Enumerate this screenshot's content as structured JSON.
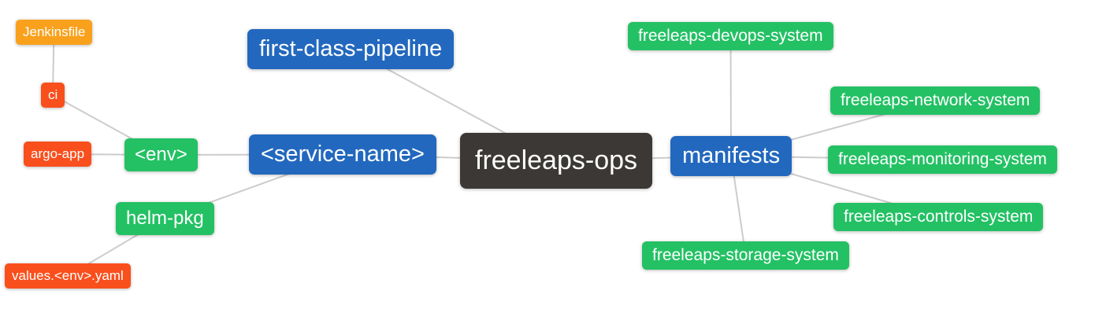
{
  "palette": {
    "orange": "#F9A11C",
    "red": "#F94F1D",
    "green": "#23C164",
    "blue": "#2268BE",
    "dark": "#3B3835",
    "line": "#CCCCCC"
  },
  "diagram": {
    "root_label": "freeleaps-ops",
    "nodes": [
      {
        "id": "jenkinsfile",
        "label": "Jenkinsfile",
        "color": "orange"
      },
      {
        "id": "ci",
        "label": "ci",
        "color": "red"
      },
      {
        "id": "argo-app",
        "label": "argo-app",
        "color": "red"
      },
      {
        "id": "env",
        "label": "<env>",
        "color": "green"
      },
      {
        "id": "helm-pkg",
        "label": "helm-pkg",
        "color": "green"
      },
      {
        "id": "values-yaml",
        "label": "values.<env>.yaml",
        "color": "red"
      },
      {
        "id": "pipeline",
        "label": "first-class-pipeline",
        "color": "blue"
      },
      {
        "id": "service-name",
        "label": "<service-name>",
        "color": "blue"
      },
      {
        "id": "ops",
        "label": "freeleaps-ops",
        "color": "dark"
      },
      {
        "id": "manifests",
        "label": "manifests",
        "color": "blue"
      },
      {
        "id": "devops-sys",
        "label": "freeleaps-devops-system",
        "color": "green"
      },
      {
        "id": "network-sys",
        "label": "freeleaps-network-system",
        "color": "green"
      },
      {
        "id": "monitor-sys",
        "label": "freeleaps-monitoring-system",
        "color": "green"
      },
      {
        "id": "controls-sys",
        "label": "freeleaps-controls-system",
        "color": "green"
      },
      {
        "id": "storage-sys",
        "label": "freeleaps-storage-system",
        "color": "green"
      }
    ],
    "edges": [
      {
        "from": "jenkinsfile",
        "to": "ci"
      },
      {
        "from": "ci",
        "to": "env"
      },
      {
        "from": "argo-app",
        "to": "env"
      },
      {
        "from": "env",
        "to": "service-name"
      },
      {
        "from": "values-yaml",
        "to": "helm-pkg"
      },
      {
        "from": "helm-pkg",
        "to": "service-name"
      },
      {
        "from": "pipeline",
        "to": "ops"
      },
      {
        "from": "service-name",
        "to": "ops"
      },
      {
        "from": "ops",
        "to": "manifests"
      },
      {
        "from": "manifests",
        "to": "devops-sys"
      },
      {
        "from": "manifests",
        "to": "network-sys"
      },
      {
        "from": "manifests",
        "to": "monitor-sys"
      },
      {
        "from": "manifests",
        "to": "controls-sys"
      },
      {
        "from": "manifests",
        "to": "storage-sys"
      }
    ]
  }
}
